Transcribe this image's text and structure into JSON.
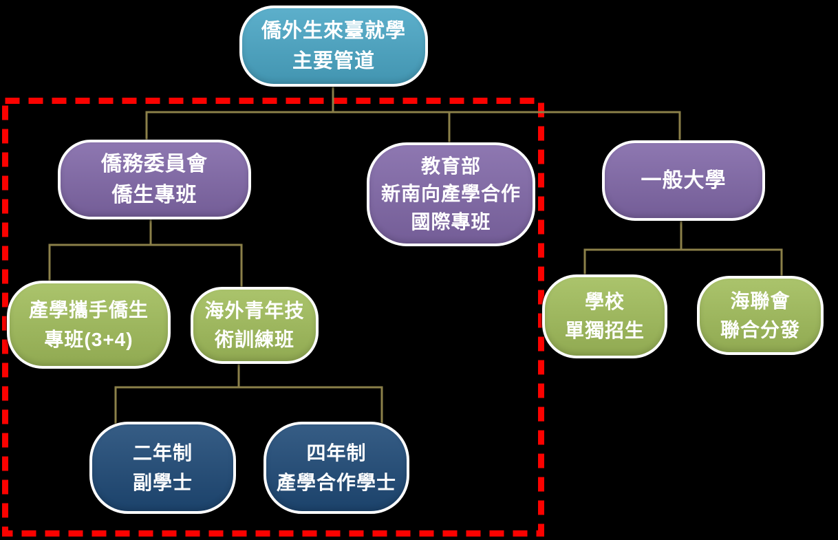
{
  "colors": {
    "background": "#000000",
    "teal": "#4aa6c5",
    "purple": "#8168a8",
    "green": "#a1bd5b",
    "navy": "#1f4a77",
    "connector": "#8b8049",
    "highlight": "#fb0200",
    "node_border": "#ffffff",
    "text": "#ffffff"
  },
  "nodes": {
    "root": {
      "lines": [
        "僑外生來臺就學",
        "主要管道"
      ]
    },
    "ocac": {
      "lines": [
        "僑務委員會",
        "僑生專班"
      ]
    },
    "moe": {
      "lines": [
        "教育部",
        "新南向產學合作",
        "國際專班"
      ]
    },
    "university": {
      "lines": [
        "一般大學"
      ]
    },
    "iacp": {
      "lines": [
        "產學攜手僑生",
        "專班(3+4)"
      ]
    },
    "oyvtp": {
      "lines": [
        "海外青年技",
        "術訓練班"
      ]
    },
    "school_admission": {
      "lines": [
        "學校",
        "單獨招生"
      ]
    },
    "ucas_distribution": {
      "lines": [
        "海聯會",
        "聯合分發"
      ]
    },
    "associate_2yr": {
      "lines": [
        "二年制",
        "副學士"
      ]
    },
    "bachelor_4yr": {
      "lines": [
        "四年制",
        "產學合作學士"
      ]
    }
  }
}
